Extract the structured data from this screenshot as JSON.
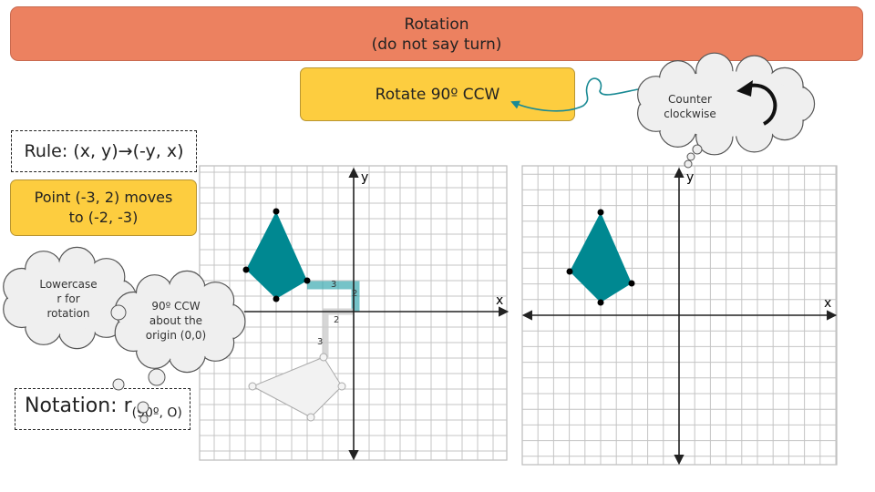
{
  "title": {
    "line1": "Rotation",
    "line2": "(do not say turn)"
  },
  "rotate_label": "Rotate 90º CCW",
  "rule": "Rule: (x, y)→(-y, x)",
  "point": {
    "line1": "Point (-3, 2) moves",
    "line2": "to (-2, -3)"
  },
  "notation": {
    "prefix": "Notation: r",
    "sub": "(90º, O)"
  },
  "clouds": {
    "ccw": {
      "line1": "Counter",
      "line2": "clockwise"
    },
    "lowercase": {
      "line1": "Lowercase",
      "line2": "r for",
      "line3": "rotation"
    },
    "about": {
      "line1": "90º CCW",
      "line2": "about the",
      "line3": "origin (0,0)"
    }
  },
  "graph_left": {
    "x_label": "x",
    "y_label": "y",
    "seg_pre_h": "3",
    "seg_pre_v": "2",
    "seg_post_h": "2",
    "seg_post_v": "3"
  },
  "graph_right": {
    "x_label": "x",
    "y_label": "y"
  },
  "colors": {
    "shape": "#008891",
    "title": "#ec8160",
    "yellow": "#fdcd3f"
  }
}
